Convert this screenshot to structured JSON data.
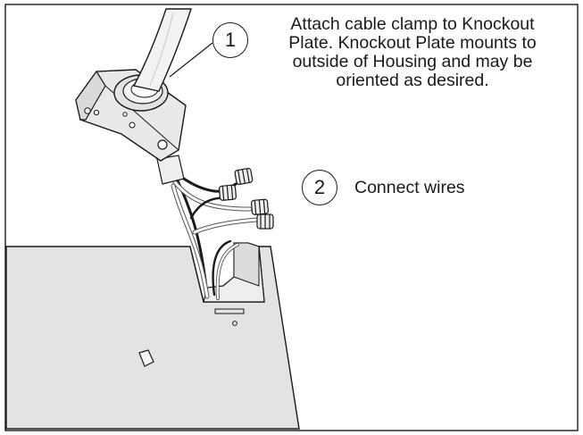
{
  "steps": [
    {
      "number": "1",
      "lines": [
        "Attach cable clamp to Knockout",
        "Plate. Knockout Plate mounts to",
        "outside of Housing and may be",
        "oriented as desired."
      ]
    },
    {
      "number": "2",
      "lines": [
        "Connect wires"
      ]
    }
  ],
  "colors": {
    "outline": "#1a1a1a",
    "housing_fill": "#e4e4e4",
    "plate_fill": "#e9e9e9",
    "background": "#ffffff"
  }
}
